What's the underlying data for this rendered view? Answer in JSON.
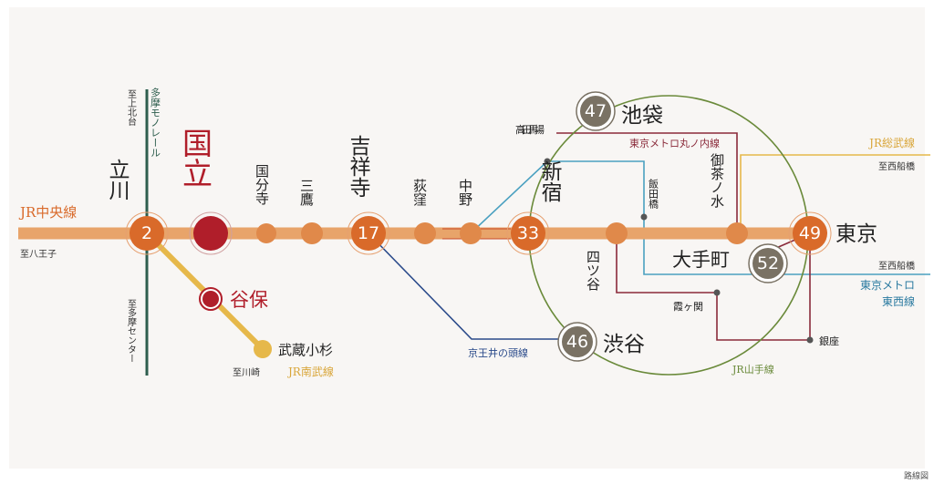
{
  "colors": {
    "chuo": "#e8a46a",
    "chuo_station": "#e0894a",
    "major": "#d96a2a",
    "home": "#b01e2a",
    "nambu": "#e6b84a",
    "tama_monorail": "#2e5e4e",
    "yamanote": "#6a8a3a",
    "inokashira": "#2a4a8a",
    "marunouchi": "#8a2a3a",
    "tozai": "#4aa0c0",
    "sobu": "#e6b84a",
    "badge_grey": "#7a7264",
    "text": "#222222"
  },
  "lines": {
    "chuo": "JR中央線",
    "chuo_dest": "至八王子",
    "tama_monorail": "多摩モノレール",
    "monorail_north": "至上北台",
    "monorail_south": "至多摩センター",
    "nambu": "JR南武線",
    "nambu_dest": "至川崎",
    "inokashira": "京王井の頭線",
    "yamanote": "JR山手線",
    "marunouchi": "東京メトロ丸ノ内線",
    "sobu": "JR総武線",
    "sobu_dest": "至西船橋",
    "tozai_l1": "東京メトロ",
    "tozai_l2": "東西線",
    "tozai_dest": "至西船橋"
  },
  "stations": {
    "tachikawa": {
      "name": "立川",
      "min": "2"
    },
    "kunitachi": {
      "name": "国立"
    },
    "kokubunji": {
      "name": "国分寺"
    },
    "mitaka": {
      "name": "三鷹"
    },
    "kichijoji": {
      "name": "吉祥寺",
      "min": "17"
    },
    "ogikubo": {
      "name": "荻窪"
    },
    "nakano": {
      "name": "中野"
    },
    "shinjuku": {
      "name": "新宿",
      "min": "33"
    },
    "yotsuya": {
      "name": "四ツ谷"
    },
    "ochanomizu": {
      "name": "御茶ノ水"
    },
    "tokyo": {
      "name": "東京",
      "min": "49"
    },
    "ikebukuro": {
      "name": "池袋",
      "min": "47"
    },
    "shibuya": {
      "name": "渋谷",
      "min": "46"
    },
    "otemachi": {
      "name": "大手町",
      "min": "52"
    },
    "yaho": {
      "name": "谷保"
    },
    "musashikosugi": {
      "name": "武蔵小杉"
    },
    "takadanobaba": {
      "name": "高田馬場"
    },
    "iidabashi": {
      "name": "飯田橋"
    },
    "kasumigaseki": {
      "name": "霞ヶ関"
    },
    "ginza": {
      "name": "銀座"
    }
  },
  "caption": "路線図"
}
